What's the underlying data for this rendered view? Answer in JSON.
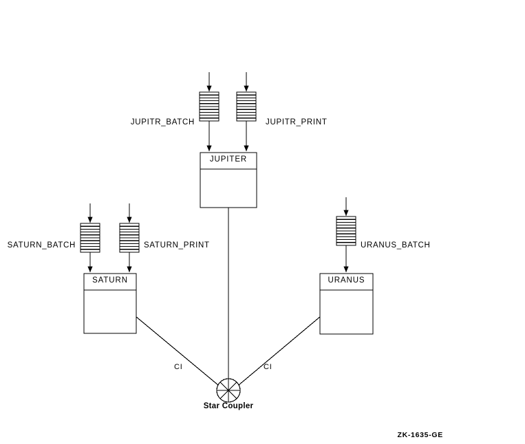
{
  "figure": {
    "code": "ZK-1635-GE",
    "coupler_label": "Star Coupler",
    "line_color": "#000000",
    "background_color": "#ffffff"
  },
  "nodes": [
    {
      "id": "jupiter",
      "label": "JUPITER"
    },
    {
      "id": "saturn",
      "label": "SATURN"
    },
    {
      "id": "uranus",
      "label": "URANUS"
    }
  ],
  "queues": [
    {
      "id": "jupitr-batch",
      "label": "JUPITR_BATCH",
      "node": "JUPITER",
      "side": "left"
    },
    {
      "id": "jupitr-print",
      "label": "JUPITR_PRINT",
      "node": "JUPITER",
      "side": "right"
    },
    {
      "id": "saturn-batch",
      "label": "SATURN_BATCH",
      "node": "SATURN",
      "side": "left"
    },
    {
      "id": "saturn-print",
      "label": "SATURN_PRINT",
      "node": "SATURN",
      "side": "right"
    },
    {
      "id": "uranus-batch",
      "label": "URANUS_BATCH",
      "node": "URANUS",
      "side": "right"
    }
  ],
  "links": [
    {
      "id": "ci-saturn",
      "label": "CI",
      "from": "SATURN",
      "to": "Star Coupler"
    },
    {
      "id": "ci-uranus",
      "label": "CI",
      "from": "URANUS",
      "to": "Star Coupler"
    },
    {
      "id": "ci-jupiter",
      "label": "",
      "from": "JUPITER",
      "to": "Star Coupler"
    }
  ]
}
